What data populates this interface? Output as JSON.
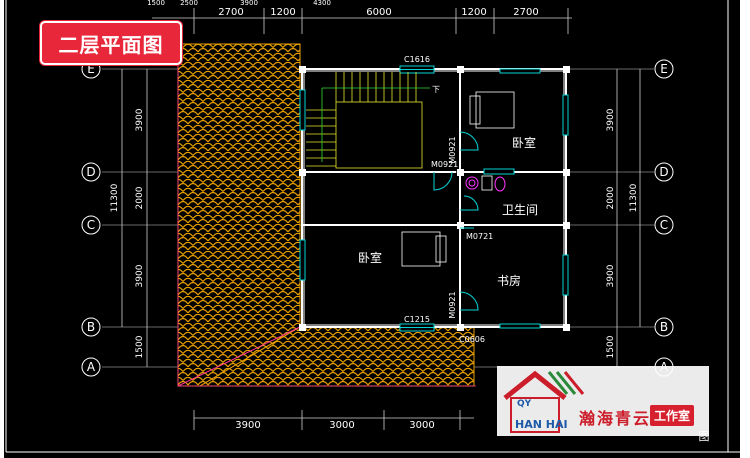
{
  "title": "二层平面图",
  "dimensions_top": [
    "2700",
    "1200",
    "6000",
    "1200",
    "2700"
  ],
  "dimensions_top_partial": [
    "1500",
    "2500",
    "3900",
    "4300"
  ],
  "dimensions_bottom": [
    "3900",
    "3000",
    "3000"
  ],
  "dimensions_left_inner": [
    "3900",
    "2000",
    "3900",
    "1500"
  ],
  "dimensions_left_total": "11300",
  "dimensions_right_inner": [
    "3900",
    "2000",
    "3900",
    "1500"
  ],
  "dimensions_right_total": "11300",
  "axes": [
    "E",
    "D",
    "C",
    "B",
    "A"
  ],
  "rooms": {
    "bedroom_upper": "卧室",
    "bathroom": "卫生间",
    "bedroom_main": "卧室",
    "study": "书房"
  },
  "openings": {
    "window_top": "C1616",
    "window_bottom": "C1215",
    "window_bottom_right": "C0606",
    "door_1": "M0921",
    "door_2": "M0921",
    "door_3": "M0721",
    "door_4": "M0921"
  },
  "stair_label": "下",
  "logo": {
    "letters": "HAN HAI",
    "letters_top": "QY",
    "name": "瀚海青云",
    "studio": "工作室"
  },
  "sheet_caption": "图"
}
